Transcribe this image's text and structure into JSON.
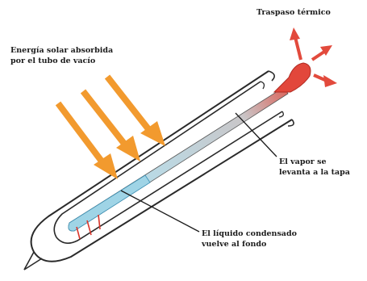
{
  "labels": {
    "solar_absorbed": "Energía solar absorbida\npor el tubo de vacío",
    "heat_transfer": "Traspaso térmico",
    "vapor_rises": "El vapor se\nlevanta a la tapa",
    "liquid_returns": "El líquido condensado\nvuelve al fondo"
  },
  "colors": {
    "sun_arrow": "#f29a2e",
    "hot_tip": "#e2473b",
    "heat_arrow": "#e24a3c",
    "vapor": "#c9d3da",
    "liquid": "#9fd4e6",
    "outline": "#2a2a2a"
  }
}
